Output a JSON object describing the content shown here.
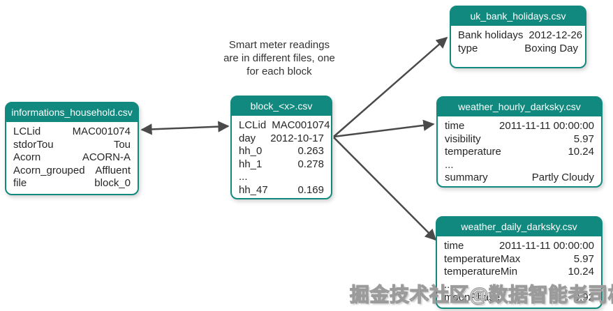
{
  "annotation": {
    "line1": "Smart meter readings",
    "line2": "are in different files, one",
    "line3": "for each block"
  },
  "watermark": "掘金技术社区@数据智能老司机",
  "colors": {
    "card_teal": "#12897E",
    "arrow_gray": "#4A4A4A",
    "body_text": "#262626"
  },
  "cards": {
    "household": {
      "title": "informations_household.csv",
      "rows": [
        {
          "label": "LCLid",
          "value": "MAC001074"
        },
        {
          "label": "stdorTou",
          "value": "Tou"
        },
        {
          "label": "Acorn",
          "value": "ACORN-A"
        },
        {
          "label": "Acorn_grouped",
          "value": "Affluent"
        },
        {
          "label": "file",
          "value": "block_0"
        }
      ]
    },
    "block": {
      "title": "block_<x>.csv",
      "rows": [
        {
          "label": "LCLid",
          "value": "MAC001074"
        },
        {
          "label": "day",
          "value": "2012-10-17"
        },
        {
          "label": "hh_0",
          "value": "0.263"
        },
        {
          "label": "hh_1",
          "value": "0.278"
        },
        {
          "label": "...",
          "value": ""
        },
        {
          "label": "hh_47",
          "value": "0.169"
        }
      ]
    },
    "bank_holidays": {
      "title": "uk_bank_holidays.csv",
      "rows": [
        {
          "label": "Bank holidays",
          "value": "2012-12-26"
        },
        {
          "label": "type",
          "value": "Boxing Day"
        }
      ]
    },
    "weather_hourly": {
      "title": "weather_hourly_darksky.csv",
      "rows": [
        {
          "label": "time",
          "value": "2011-11-11 00:00:00"
        },
        {
          "label": "visibility",
          "value": "5.97"
        },
        {
          "label": "temperature",
          "value": "10.24"
        },
        {
          "label": "...",
          "value": ""
        },
        {
          "label": "summary",
          "value": "Partly Cloudy"
        }
      ]
    },
    "weather_daily": {
      "title": "weather_daily_darksky.csv",
      "rows": [
        {
          "label": "time",
          "value": "2011-11-11 00:00:00"
        },
        {
          "label": "temperatureMax",
          "value": "5.97"
        },
        {
          "label": "temperatureMin",
          "value": "10.24"
        },
        {
          "label": "...",
          "value": ""
        },
        {
          "label": "moonPhase",
          "value": "0.92"
        }
      ]
    }
  },
  "edges": [
    {
      "from": "informations_household.csv",
      "to": "block_<x>.csv",
      "type": "double-arrow"
    },
    {
      "from": "block_<x>.csv",
      "to": "uk_bank_holidays.csv",
      "type": "arrow"
    },
    {
      "from": "block_<x>.csv",
      "to": "weather_hourly_darksky.csv",
      "type": "arrow"
    },
    {
      "from": "block_<x>.csv",
      "to": "weather_daily_darksky.csv",
      "type": "arrow"
    }
  ]
}
